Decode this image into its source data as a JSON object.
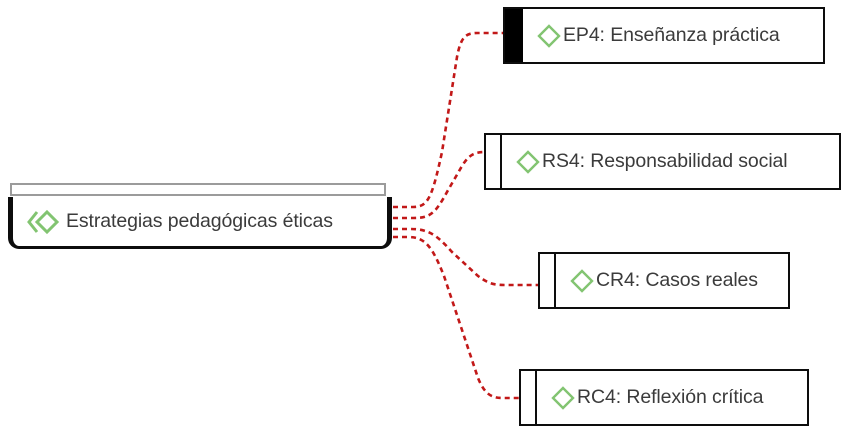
{
  "diagram": {
    "type": "mind-map",
    "orientation": "left-to-right",
    "background_color": "#ffffff",
    "root": {
      "label": "Estrategias pedagógicas éticas",
      "icon": "green-double-diamond-icon",
      "icon_color": "#82c471",
      "text_color": "#3b3b3b",
      "border_color": "#0d0d0d",
      "titlebar_color": "#9b9b9b"
    },
    "connector": {
      "style": "dashed",
      "color": "#c21818",
      "dash": "5 4",
      "width": 2.6
    },
    "children": [
      {
        "id": "EP4",
        "label": "EP4: Enseñanza práctica",
        "icon": "green-diamond-icon",
        "icon_color": "#82c471",
        "selected": true,
        "stripe": "solid-black"
      },
      {
        "id": "RS4",
        "label": "RS4: Responsabilidad social",
        "icon": "green-diamond-icon",
        "icon_color": "#82c471",
        "selected": false,
        "stripe": "white"
      },
      {
        "id": "CR4",
        "label": "CR4: Casos reales",
        "icon": "green-diamond-icon",
        "icon_color": "#82c471",
        "selected": false,
        "stripe": "white"
      },
      {
        "id": "RC4",
        "label": "RC4: Reflexión crítica",
        "icon": "green-diamond-icon",
        "icon_color": "#82c471",
        "selected": false,
        "stripe": "white"
      }
    ]
  }
}
